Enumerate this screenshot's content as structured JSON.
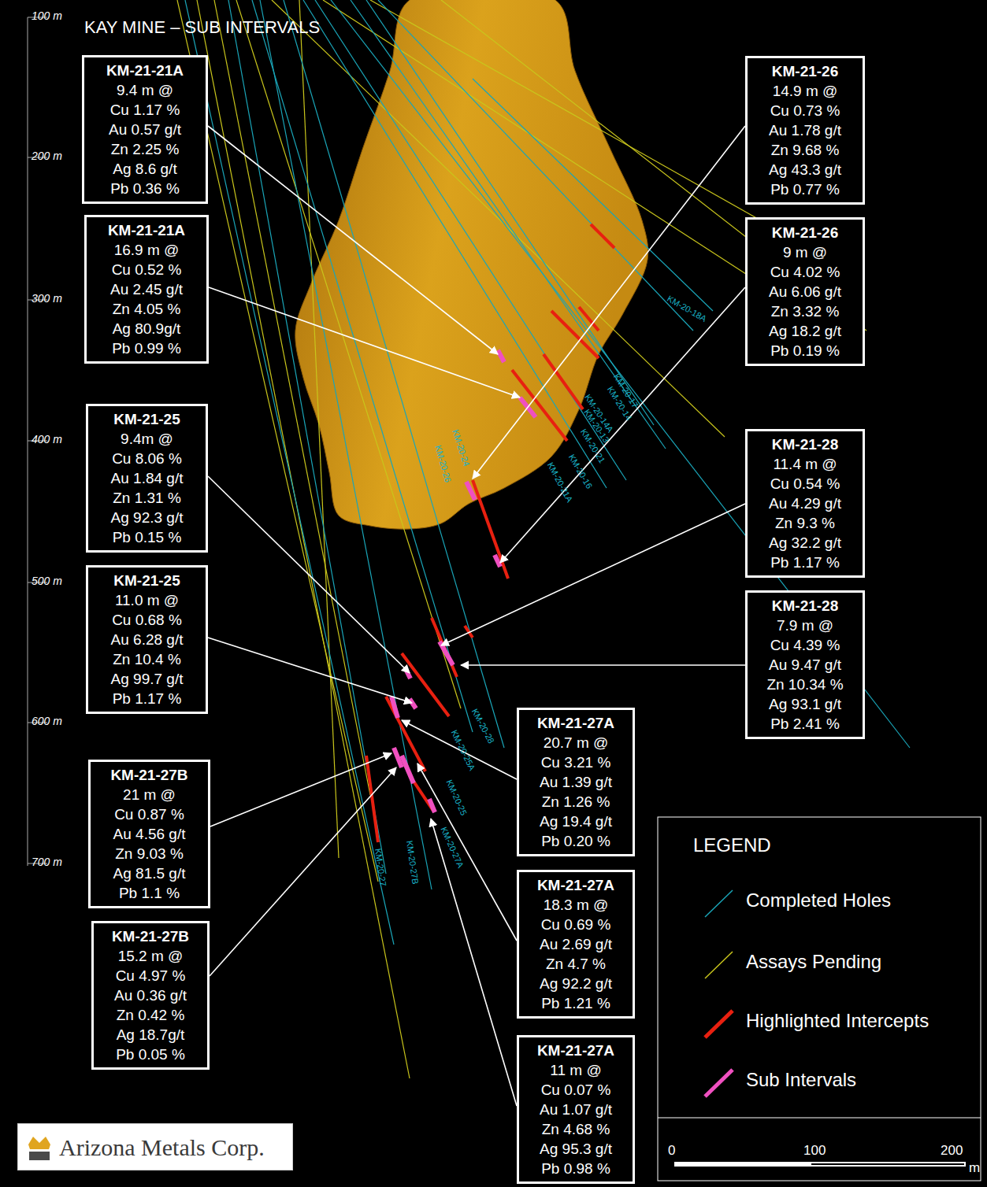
{
  "diagram": {
    "title": "KAY MINE – SUB INTERVALS",
    "nodes": [
      {
        "text": [
          "KM-21-21A",
          "9.4 m @",
          "Cu 1.17 %",
          "Au 0.57 g/t",
          "Zn 2.25 %",
          "Ag 8.6 g/t",
          "Pb 0.36 %"
        ]
      },
      {
        "text": [
          "KM-21-26",
          "14.9 m @",
          "Cu 0.73 %",
          "Au 1.78 g/t",
          "Zn 9.68 %",
          "Ag 43.3 g/t",
          "Pb 0.77 %"
        ]
      },
      {
        "text": [
          "KM-21-21A",
          "16.9 m @",
          "Cu 0.52 %",
          "Au 2.45 g/t",
          "Zn 4.05 %",
          "Ag 80.9g/t",
          "Pb 0.99 %"
        ]
      },
      {
        "text": [
          "KM-21-26",
          "9 m @",
          "Cu 4.02 %",
          "Au 6.06 g/t",
          "Zn 3.32 %",
          "Ag 18.2 g/t",
          "Pb 0.19 %"
        ]
      },
      {
        "text": [
          "KM-21-25",
          "9.4m @",
          "Cu 8.06 %",
          "Au 1.84 g/t",
          "Zn 1.31 %",
          "Ag 92.3 g/t",
          "Pb 0.15 %"
        ]
      },
      {
        "text": [
          "KM-21-28",
          "11.4 m @",
          "Cu 0.54 %",
          "Au 4.29 g/t",
          "Zn 9.3 %",
          "Ag 32.2 g/t",
          "Pb 1.17 %"
        ]
      },
      {
        "text": [
          "KM-21-25",
          "11.0 m @",
          "Cu 0.68 %",
          "Au 6.28 g/t",
          "Zn 10.4 %",
          "Ag 99.7 g/t",
          "Pb 1.17 %"
        ]
      },
      {
        "text": [
          "KM-21-28",
          "7.9 m @",
          "Cu 4.39 %",
          "Au 9.47 g/t",
          "Zn 10.34 %",
          "Ag 93.1 g/t",
          "Pb 2.41 %"
        ]
      },
      {
        "text": [
          "KM-21-27A",
          "20.7 m @",
          "Cu 3.21 %",
          "Au 1.39 g/t",
          "Zn 1.26 %",
          "Ag 19.4 g/t",
          "Pb 0.20 %"
        ]
      },
      {
        "text": [
          "KM-21-27B",
          "21 m @",
          "Cu 0.87 %",
          "Au 4.56 g/t",
          "Zn 9.03 %",
          "Ag 81.5 g/t",
          "Pb 1.1 %"
        ]
      },
      {
        "text": [
          "KM-21-27A",
          "18.3 m @",
          "Cu 0.69 %",
          "Au 2.69 g/t",
          "Zn 4.7 %",
          "Ag 92.2 g/t",
          "Pb 1.21 %"
        ]
      },
      {
        "text": [
          "KM-21-27B",
          "15.2 m @",
          "Cu 4.97 %",
          "Au 0.36 g/t",
          "Zn 0.42 %",
          "Ag 18.7g/t",
          "Pb 0.05 %"
        ]
      },
      {
        "text": [
          "KM-21-27A",
          "11 m @",
          "Cu 0.07 %",
          "Au 1.07 g/t",
          "Zn 4.68 %",
          "Ag 95.3 g/t",
          "Pb 0.98 %"
        ]
      },
      {
        "text": [
          "Arizona Metals Corp."
        ]
      }
    ],
    "edges": [],
    "labels": [
      "100 m",
      "200 m",
      "300 m",
      "400 m",
      "500 m",
      "600 m",
      "700 m",
      "KM-20-18A",
      "KM-20-17",
      "KM-20-14",
      "KM-20-14A",
      "KM-20-13",
      "KM-20-21",
      "KM-20-16",
      "KM-20-21A",
      "KM-20-24",
      "KM-20-26",
      "KM-20-28",
      "KM-20-25A",
      "KM-20-25",
      "KM-20-27",
      "KM-20-27B",
      "KM-20-27A",
      "LEGEND",
      "0",
      "100",
      "200",
      "m"
    ],
    "legend": [
      {
        "text": "Completed Holes"
      },
      {
        "text": "Assays Pending"
      },
      {
        "text": "Highlighted Intercepts"
      },
      {
        "text": "Sub Intervals"
      }
    ]
  }
}
